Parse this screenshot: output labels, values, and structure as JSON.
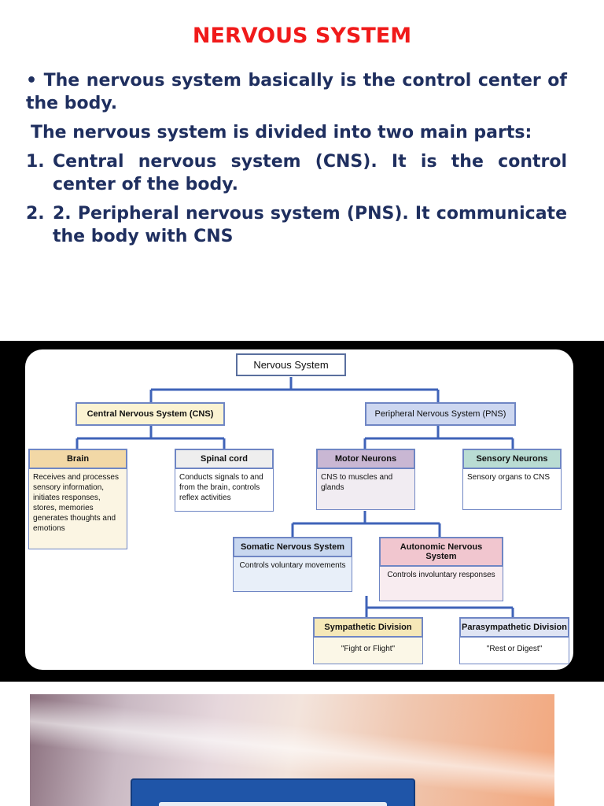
{
  "title": "NERVOUS SYSTEM",
  "paragraphs": {
    "p1": "• The nervous system basically is the control center of the body.",
    "p2": "The nervous system is divided into two main parts:"
  },
  "list": [
    {
      "num": "1.",
      "text": "Central nervous system (CNS). It is the control center of the body."
    },
    {
      "num": "2.",
      "text": "2. Peripheral nervous system (PNS). It communicate the body with CNS"
    }
  ],
  "diagram": {
    "root": "Nervous System",
    "cns": "Central Nervous System (CNS)",
    "pns": "Peripheral Nervous System (PNS)",
    "brain": {
      "title": "Brain",
      "desc": "Receives and processes sensory information, initiates responses, stores, memories generates thoughts and emotions"
    },
    "spinal": {
      "title": "Spinal cord",
      "desc": "Conducts signals to and from the brain, controls reflex activities"
    },
    "motor": {
      "title": "Motor Neurons",
      "desc": "CNS to muscles and glands"
    },
    "sensory": {
      "title": "Sensory Neurons",
      "desc": "Sensory organs to CNS"
    },
    "somatic": {
      "title": "Somatic Nervous System",
      "desc": "Controls voluntary movements"
    },
    "autonomic": {
      "title": "Autonomic Nervous System",
      "desc": "Controls involuntary responses"
    },
    "sympathetic": {
      "title": "Sympathetic Division",
      "desc": "\"Fight or Flight\""
    },
    "parasympathetic": {
      "title": "Parasympathetic Division",
      "desc": "\"Rest or Digest\""
    }
  },
  "colors": {
    "title": "#f01a1a",
    "text": "#1f2f5f",
    "connector": "#3f63b8",
    "cns_fill": "#fbf3d2",
    "pns_fill": "#cdd7f0",
    "brain_head": "#f2d8a6",
    "brain_body": "#fbf5e3",
    "spinal_head": "#eeeeee",
    "motor_head": "#c9b7d3",
    "motor_body": "#f1ecf2",
    "sensory_head": "#b9dcd3",
    "somatic_head": "#c8d7ef",
    "somatic_body": "#e8eff9",
    "autonomic_head": "#f1c6cf",
    "autonomic_body": "#f8ecf0",
    "sympathetic_head": "#f5e8b8",
    "sympathetic_body": "#fbf7e7",
    "para_head": "#dfe4f3"
  }
}
